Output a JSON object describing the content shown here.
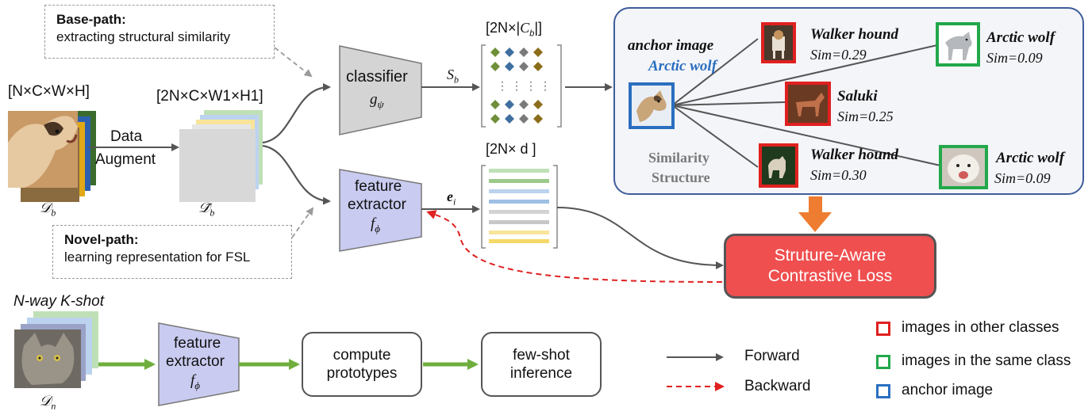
{
  "notes": {
    "base": {
      "title": "Base-path:",
      "body": "extracting structural similarity"
    },
    "novel": {
      "title": "Novel-path:",
      "body": "learning representation for FSL"
    }
  },
  "input": {
    "dims": "[N×C×W×H]",
    "label": "𝒟",
    "sub": "b"
  },
  "augment": {
    "line1": "Data",
    "line2": "Augment"
  },
  "augmented": {
    "dims": "[2N×C×W1×H1]",
    "label": "𝒟̃",
    "sub": "b"
  },
  "classifier": {
    "title": "classifier",
    "sym": "g",
    "sub": "ψ"
  },
  "scores": {
    "sym": "S",
    "sub": "b",
    "dims_prefix": "[2N×|",
    "dims_sym": "C",
    "dims_sub": "b",
    "dims_suffix": "|]"
  },
  "feature_extractor": {
    "line1": "feature",
    "line2": "extractor",
    "sym": "f",
    "sub": "ϕ"
  },
  "embedding": {
    "sym": "e",
    "sub": "i",
    "dims": "[2N× d ]"
  },
  "similarity": {
    "anchor_title": "anchor image",
    "anchor_class": "Arctic wolf",
    "structure_line1": "Similarity",
    "structure_line2": "Structure",
    "items": [
      {
        "name": "Walker hound",
        "sim": "Sim=0.29",
        "kind": "other"
      },
      {
        "name": "Arctic wolf",
        "sim": "Sim=0.09",
        "kind": "same"
      },
      {
        "name": "Saluki",
        "sim": "Sim=0.25",
        "kind": "other"
      },
      {
        "name": "Walker hound",
        "sim": "Sim=0.30",
        "kind": "other"
      },
      {
        "name": "Arctic wolf",
        "sim": "Sim=0.09",
        "kind": "same"
      }
    ]
  },
  "loss": {
    "line1": "Struture-Aware",
    "line2": "Contrastive Loss"
  },
  "novel_path": {
    "title": "N-way K-shot",
    "label": "𝒟",
    "sub": "n",
    "extractor_line1": "feature",
    "extractor_line2": "extractor",
    "extractor_sym": "f",
    "extractor_sub": "ϕ",
    "compute_line1": "compute",
    "compute_line2": "prototypes",
    "inference_line1": "few-shot",
    "inference_line2": "inference"
  },
  "legend": {
    "forward": "Forward",
    "backward": "Backward",
    "other": "images in other classes",
    "same": "images in the same class",
    "anchor": "anchor image"
  },
  "colors": {
    "other": "#e02020",
    "same": "#22a84a",
    "anchor": "#2a6fbf",
    "green_arrow": "#6fae3c",
    "loss_fill": "#ef4f4f",
    "orange_arrow": "#ee7d31",
    "extractor_fill": "#c9cbf0",
    "classifier_fill": "#d4d4d4"
  }
}
